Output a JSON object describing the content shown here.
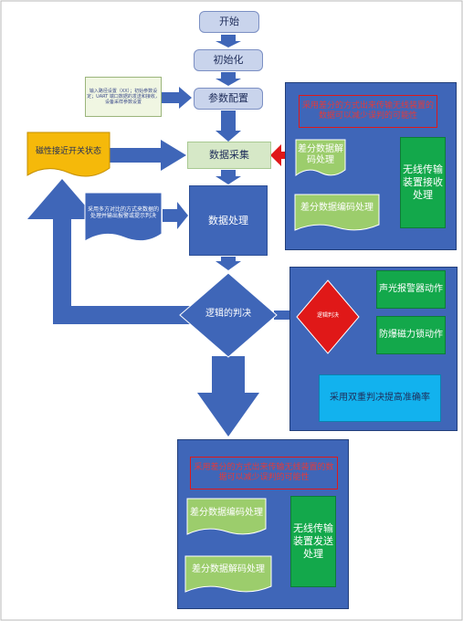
{
  "diagram": {
    "start": "开始",
    "init": "初始化",
    "param_config": "参数配置",
    "param_note": "输入路径设置（XX）；初始参数设定；UART 端口数据的发送和接收，设备采样参数设置",
    "data_collect": "数据采集",
    "sensor_status": "磁性接近开关状态",
    "data_process": "数据处理",
    "process_note": "采用多方对比的方式来数据的处理并输出报警或提示判决",
    "logic_decide": "逻辑的判决",
    "receiver_panel": {
      "note": "采用差分的方式出来传输无线装置的数据可以减少误判的可能性",
      "decode": "差分数据解码处理",
      "encode": "差分数据编码处理",
      "receiver": "无线传输装置接收处理"
    },
    "action_panel": {
      "decide": "逻辑判决",
      "alarm": "声光报警器动作",
      "lock": "防爆磁力锁动作",
      "double_check": "采用双重判决提高准确率"
    },
    "sender_panel": {
      "note": "采用差分的方式出来传输无线装置的数据可以减少误判的可能性",
      "encode": "差分数据编码处理",
      "decode": "差分数据解码处理",
      "sender": "无线传输装置发送处理"
    },
    "colors": {
      "primary_blue": "#3f66b8",
      "light_blue": "#c9d4ec",
      "green": "#9ccd6c",
      "dark_green": "#13a84b",
      "red": "#e01818",
      "yellow": "#f5b90a"
    }
  }
}
